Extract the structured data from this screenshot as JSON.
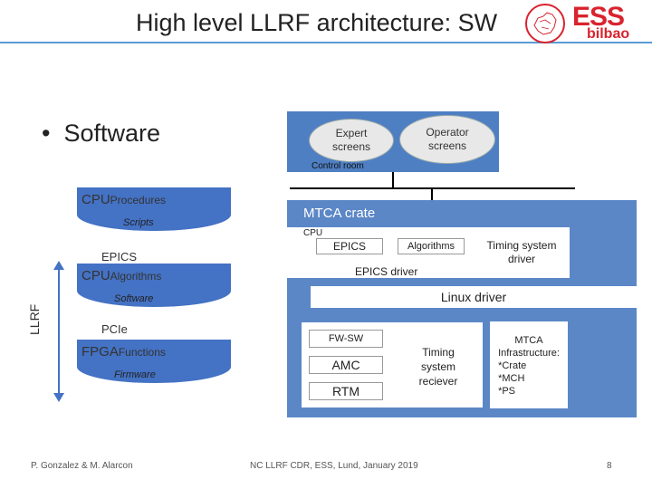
{
  "slide": {
    "title": "High level LLRF architecture: SW",
    "bullet": "Software",
    "logo": {
      "brand": "ESS",
      "sub": "bilbao",
      "brand_color": "#d9232e"
    }
  },
  "control_room": {
    "label": "Control room",
    "expert": [
      "Expert",
      "screens"
    ],
    "operator": [
      "Operator",
      "screens"
    ]
  },
  "stack": {
    "side_label": "LLRF",
    "levels": [
      {
        "tag": "CPU",
        "sub": "Procedures",
        "desc": "Scripts"
      },
      {
        "tag": "CPU",
        "sub": "Algorithms",
        "desc": "Software"
      },
      {
        "tag": "FPGA",
        "sub": "Functions",
        "desc": "Firmware"
      }
    ],
    "interfaces": [
      "EPICS",
      "PCIe"
    ]
  },
  "mtca": {
    "title": "MTCA crate",
    "cpu_label": "CPU",
    "epics": "EPICS",
    "algorithms": "Algorithms",
    "epics_driver": "EPICS driver",
    "linux_driver": "Linux driver",
    "timing_driver": [
      "Timing system",
      "driver"
    ],
    "fw_sw": "FW-SW",
    "amc": "AMC",
    "rtm": "RTM",
    "timing_receiver": [
      "Timing",
      "system",
      "reciever"
    ],
    "infra": [
      "MTCA",
      "Infrastructure:",
      "*Crate",
      "*MCH",
      "*PS"
    ]
  },
  "footer": {
    "authors": "P. Gonzalez & M. Alarcon",
    "event": "NC LLRF CDR, ESS, Lund, January 2019",
    "page": "8"
  },
  "colors": {
    "accent": "#5a9bd5",
    "box_blue": "#4f7fc3",
    "arrow_blue": "#4472c4"
  }
}
